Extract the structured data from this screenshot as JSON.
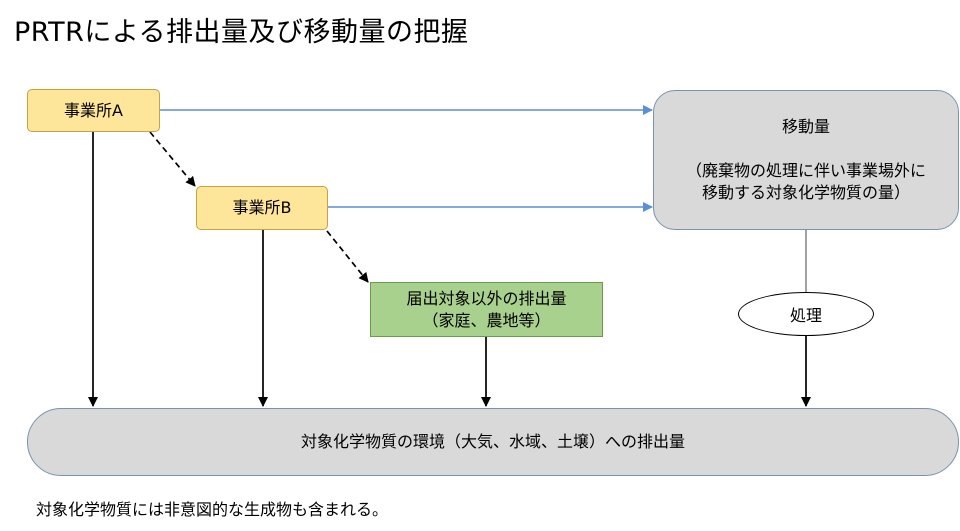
{
  "title": "PRTRによる排出量及び移動量の把握",
  "boxes": {
    "facility_a": "事業所A",
    "facility_b": "事業所B",
    "non_reported": {
      "line1": "届出対象以外の排出量",
      "line2": "（家庭、農地等）"
    },
    "transfer": {
      "heading": "移動量",
      "line1": "（廃棄物の処理に伴い事業場外に",
      "line2": "移動する対象化学物質の量）"
    },
    "treatment": "処理",
    "environment_release": "対象化学物質の環境（大気、水域、土壌）への排出量"
  },
  "note": "対象化学物質には非意図的な生成物も含まれる。",
  "colors": {
    "yellow_box": "#fde699",
    "green_box": "#a9d18e",
    "grey_box": "#d9d9d9",
    "blue_arrow": "#5b8fd6"
  }
}
